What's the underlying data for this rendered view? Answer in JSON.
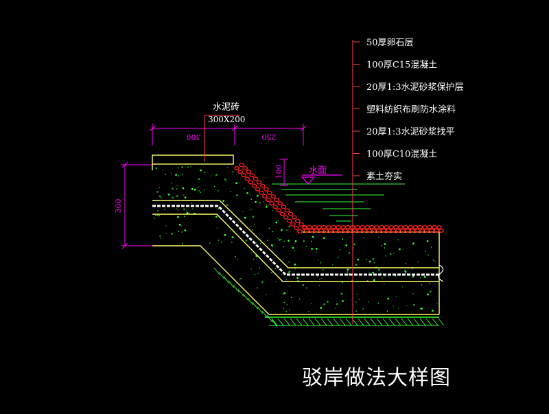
{
  "title": "驳岸做法大样图",
  "brick_label": {
    "name": "水泥砖",
    "size": "300X200"
  },
  "dimensions": {
    "top_left": "300",
    "top_right": "250",
    "vertical_left": "300",
    "small_vertical": "100"
  },
  "water_label": "水面",
  "layers": [
    "50厚卵石层",
    "100厚C15混凝土",
    "20厚1:3水泥砂浆保护层",
    "塑料纺织布刷防水涂料",
    "20厚1:3水泥砂浆找平",
    "100厚C10混凝土",
    "素土夯实"
  ],
  "colors": {
    "background": "#000000",
    "leader": "#ff4040",
    "dimension": "#ff00ff",
    "concrete_outline": "#ffff66",
    "hatch": "#33ff33",
    "pebble": "#ff2020",
    "membrane": "#ffffff",
    "text": "#ffffff"
  }
}
